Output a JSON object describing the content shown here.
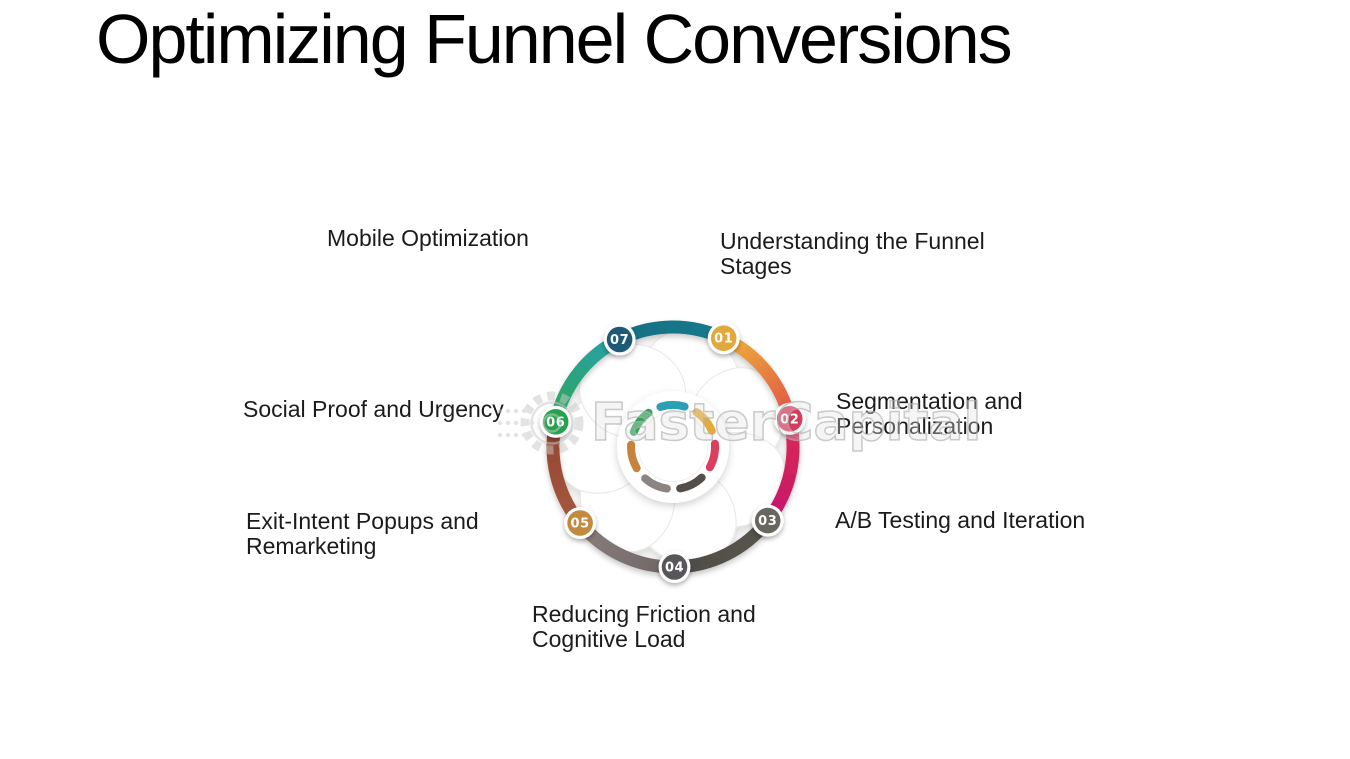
{
  "page": {
    "background": "#ffffff"
  },
  "title": "Optimizing Funnel Conversions",
  "watermark": {
    "text": "FasterCapital",
    "color": "#c9c9c9"
  },
  "diagram": {
    "type": "cycle-wheel-7-steps",
    "steps": [
      {
        "number": "01",
        "label": "Understanding the Funnel\nStages",
        "color": "#E2A83C",
        "inner_color": "#E3AB3C",
        "arc": {
          "from": "#EDB23A",
          "to": "#E05446"
        }
      },
      {
        "number": "02",
        "label": "Segmentation and\nPersonalization",
        "color": "#D63A5B",
        "inner_color": "#DC3E5E",
        "arc": {
          "from": "#DC2A55",
          "to": "#C4156B"
        }
      },
      {
        "number": "03",
        "label": "A/B Testing and Iteration",
        "color": "#67665E",
        "inner_color": "#544F4A",
        "arc": {
          "from": "#57554D",
          "to": "#4F4D47"
        }
      },
      {
        "number": "04",
        "label": "Reducing Friction and\nCognitive Load",
        "color": "#58575A",
        "inner_color": "#8C8482",
        "arc": {
          "from": "#6E6664",
          "to": "#8B7E7C"
        }
      },
      {
        "number": "05",
        "label": "Exit-Intent Popups and\nRemarketing",
        "color": "#C28A3E",
        "inner_color": "#C8823D",
        "arc": {
          "from": "#A5583F",
          "to": "#954531"
        }
      },
      {
        "number": "06",
        "label": "Social Proof and Urgency",
        "color": "#27A24E",
        "inner_color": "#31A455",
        "arc": {
          "from": "#2FA65A",
          "to": "#27A0AC"
        }
      },
      {
        "number": "07",
        "label": "Mobile Optimization",
        "color": "#1C5A78",
        "inner_color": "#2B9FB4",
        "arc": {
          "from": "#156F83",
          "to": "#1A7A8C"
        }
      }
    ]
  }
}
